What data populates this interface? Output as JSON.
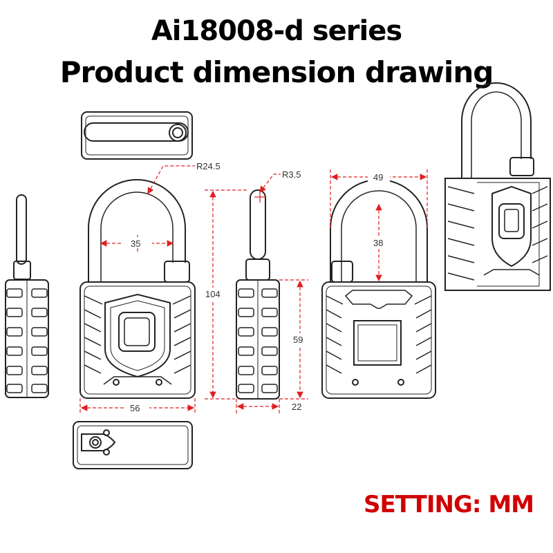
{
  "title": {
    "line1": "Ai18008-d series",
    "line2": "Product dimension drawing"
  },
  "setting_label": "SETTING: MM",
  "dimensions": {
    "shackle_radius": "R24.5",
    "shackle_rod_radius": "R3.5",
    "shackle_inner_width": "35",
    "total_height": "104",
    "body_height": "59",
    "body_width": "56",
    "body_thickness": "22",
    "back_width": "49",
    "shackle_clearance": "38"
  },
  "colors": {
    "title": "#000000",
    "setting": "#d10000",
    "dimension_line": "#e02020",
    "outline": "#222222"
  }
}
